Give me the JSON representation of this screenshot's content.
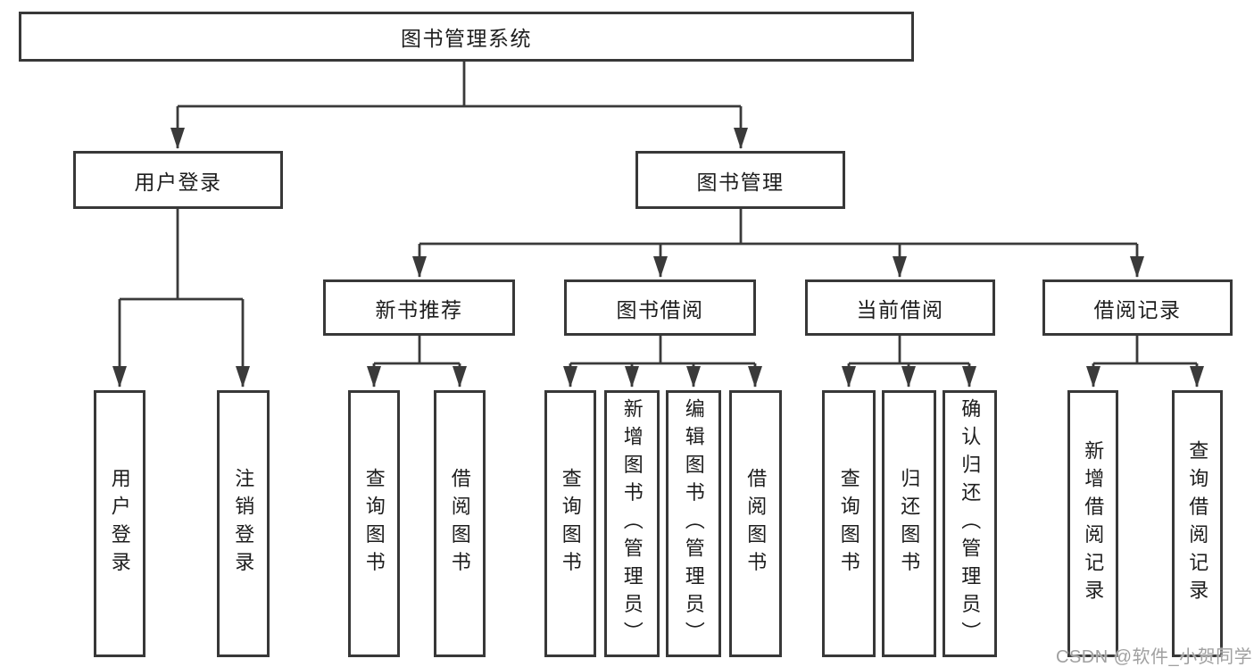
{
  "diagram_type": "functional-structure-tree",
  "tree": {
    "root": "图书管理系统",
    "branches": [
      {
        "label": "用户登录",
        "leaves": [
          "用户登录",
          "注销登录"
        ]
      },
      {
        "label": "图书管理",
        "groups": [
          {
            "label": "新书推荐",
            "leaves": [
              "查询图书",
              "借阅图书"
            ]
          },
          {
            "label": "图书借阅",
            "leaves": [
              "查询图书",
              "新增图书（管理员）",
              "编辑图书（管理员）",
              "借阅图书"
            ]
          },
          {
            "label": "当前借阅",
            "leaves": [
              "查询图书",
              "归还图书",
              "确认归还（管理员）"
            ]
          },
          {
            "label": "借阅记录",
            "leaves": [
              "新增借阅记录",
              "查询借阅记录"
            ]
          }
        ]
      }
    ]
  },
  "watermark": {
    "text": "CSDN @软件_小贺同学"
  },
  "colors": {
    "line": "#3a3a3a",
    "border": "#383838",
    "text": "#1d1d1d",
    "watermark": "#a0a0a0",
    "background": "#ffffff"
  }
}
